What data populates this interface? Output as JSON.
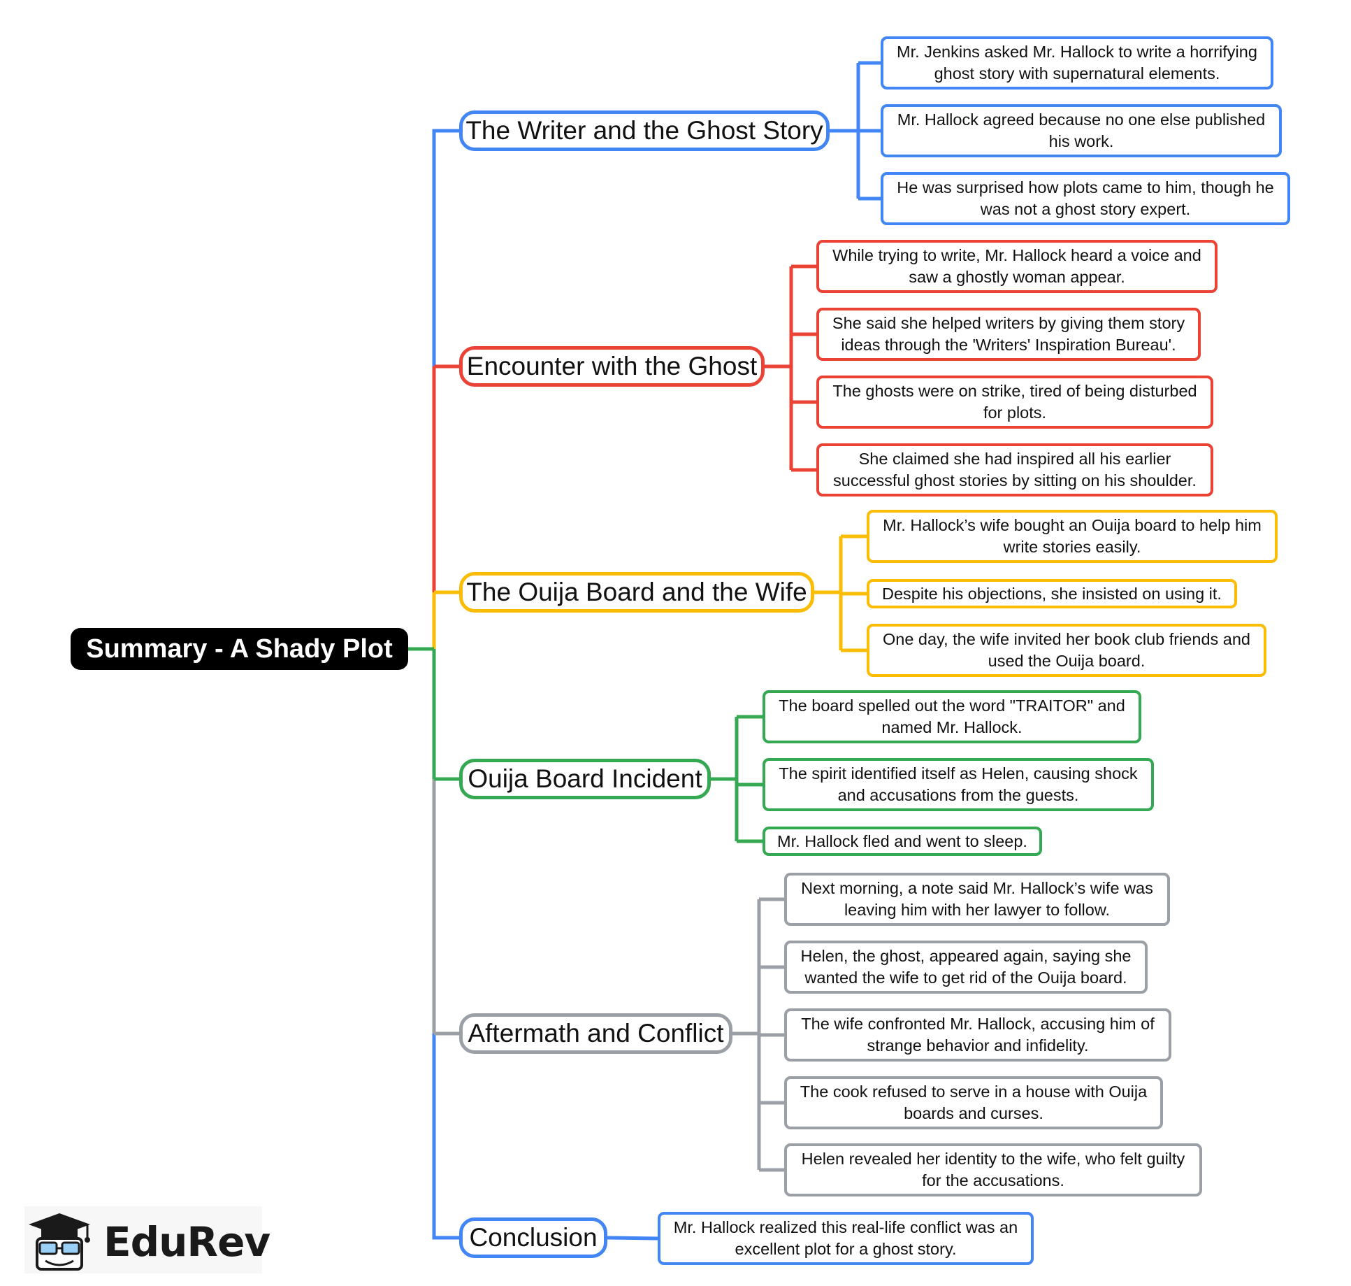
{
  "root": {
    "label": "Summary - A Shady Plot"
  },
  "colors": {
    "blue": "#4285f4",
    "red": "#ea4335",
    "yellow": "#fbbc05",
    "green": "#34a853",
    "gray": "#9aa0a6"
  },
  "branches": [
    {
      "label": "The Writer and the Ghost Story",
      "color": "#4285f4",
      "children": [
        "Mr. Jenkins asked Mr. Hallock to write a horrifying ghost story with supernatural elements.",
        "Mr. Hallock agreed because no one else published his work.",
        "He was surprised how plots came to him, though he was not a ghost story expert."
      ]
    },
    {
      "label": "Encounter with the Ghost",
      "color": "#ea4335",
      "children": [
        "While trying to write, Mr. Hallock heard a voice and saw a ghostly woman appear.",
        "She said she helped writers by giving them story ideas through the 'Writers' Inspiration Bureau'.",
        "The ghosts were on strike, tired of being disturbed for plots.",
        "She claimed she had inspired all his earlier successful ghost stories by sitting on his shoulder."
      ]
    },
    {
      "label": "The Ouija Board and the Wife",
      "color": "#fbbc05",
      "children": [
        "Mr. Hallock’s wife bought an Ouija board to help him write stories easily.",
        "Despite his objections, she insisted on using it.",
        "One day, the wife invited her book club friends and used the Ouija board."
      ]
    },
    {
      "label": "Ouija Board Incident",
      "color": "#34a853",
      "children": [
        "The board spelled out the word \"TRAITOR\" and named Mr. Hallock.",
        "The spirit identified itself as Helen, causing shock and accusations from the guests.",
        "Mr. Hallock fled and went to sleep."
      ]
    },
    {
      "label": "Aftermath and Conflict",
      "color": "#9aa0a6",
      "children": [
        "Next morning, a note said Mr. Hallock’s wife was leaving him with her lawyer to follow.",
        "Helen, the ghost, appeared again, saying she wanted the wife to get rid of the Ouija board.",
        "The wife confronted Mr. Hallock, accusing him of strange behavior and infidelity.",
        "The cook refused to serve in a house with Ouija boards and curses.",
        "Helen revealed her identity to the wife, who felt guilty for the accusations."
      ]
    },
    {
      "label": "Conclusion",
      "color": "#4285f4",
      "children": [
        "Mr. Hallock realized this real-life conflict was an excellent plot for a ghost story."
      ]
    }
  ],
  "logo": {
    "text": "EduRev",
    "icon": "graduation-cap-reader-icon"
  }
}
